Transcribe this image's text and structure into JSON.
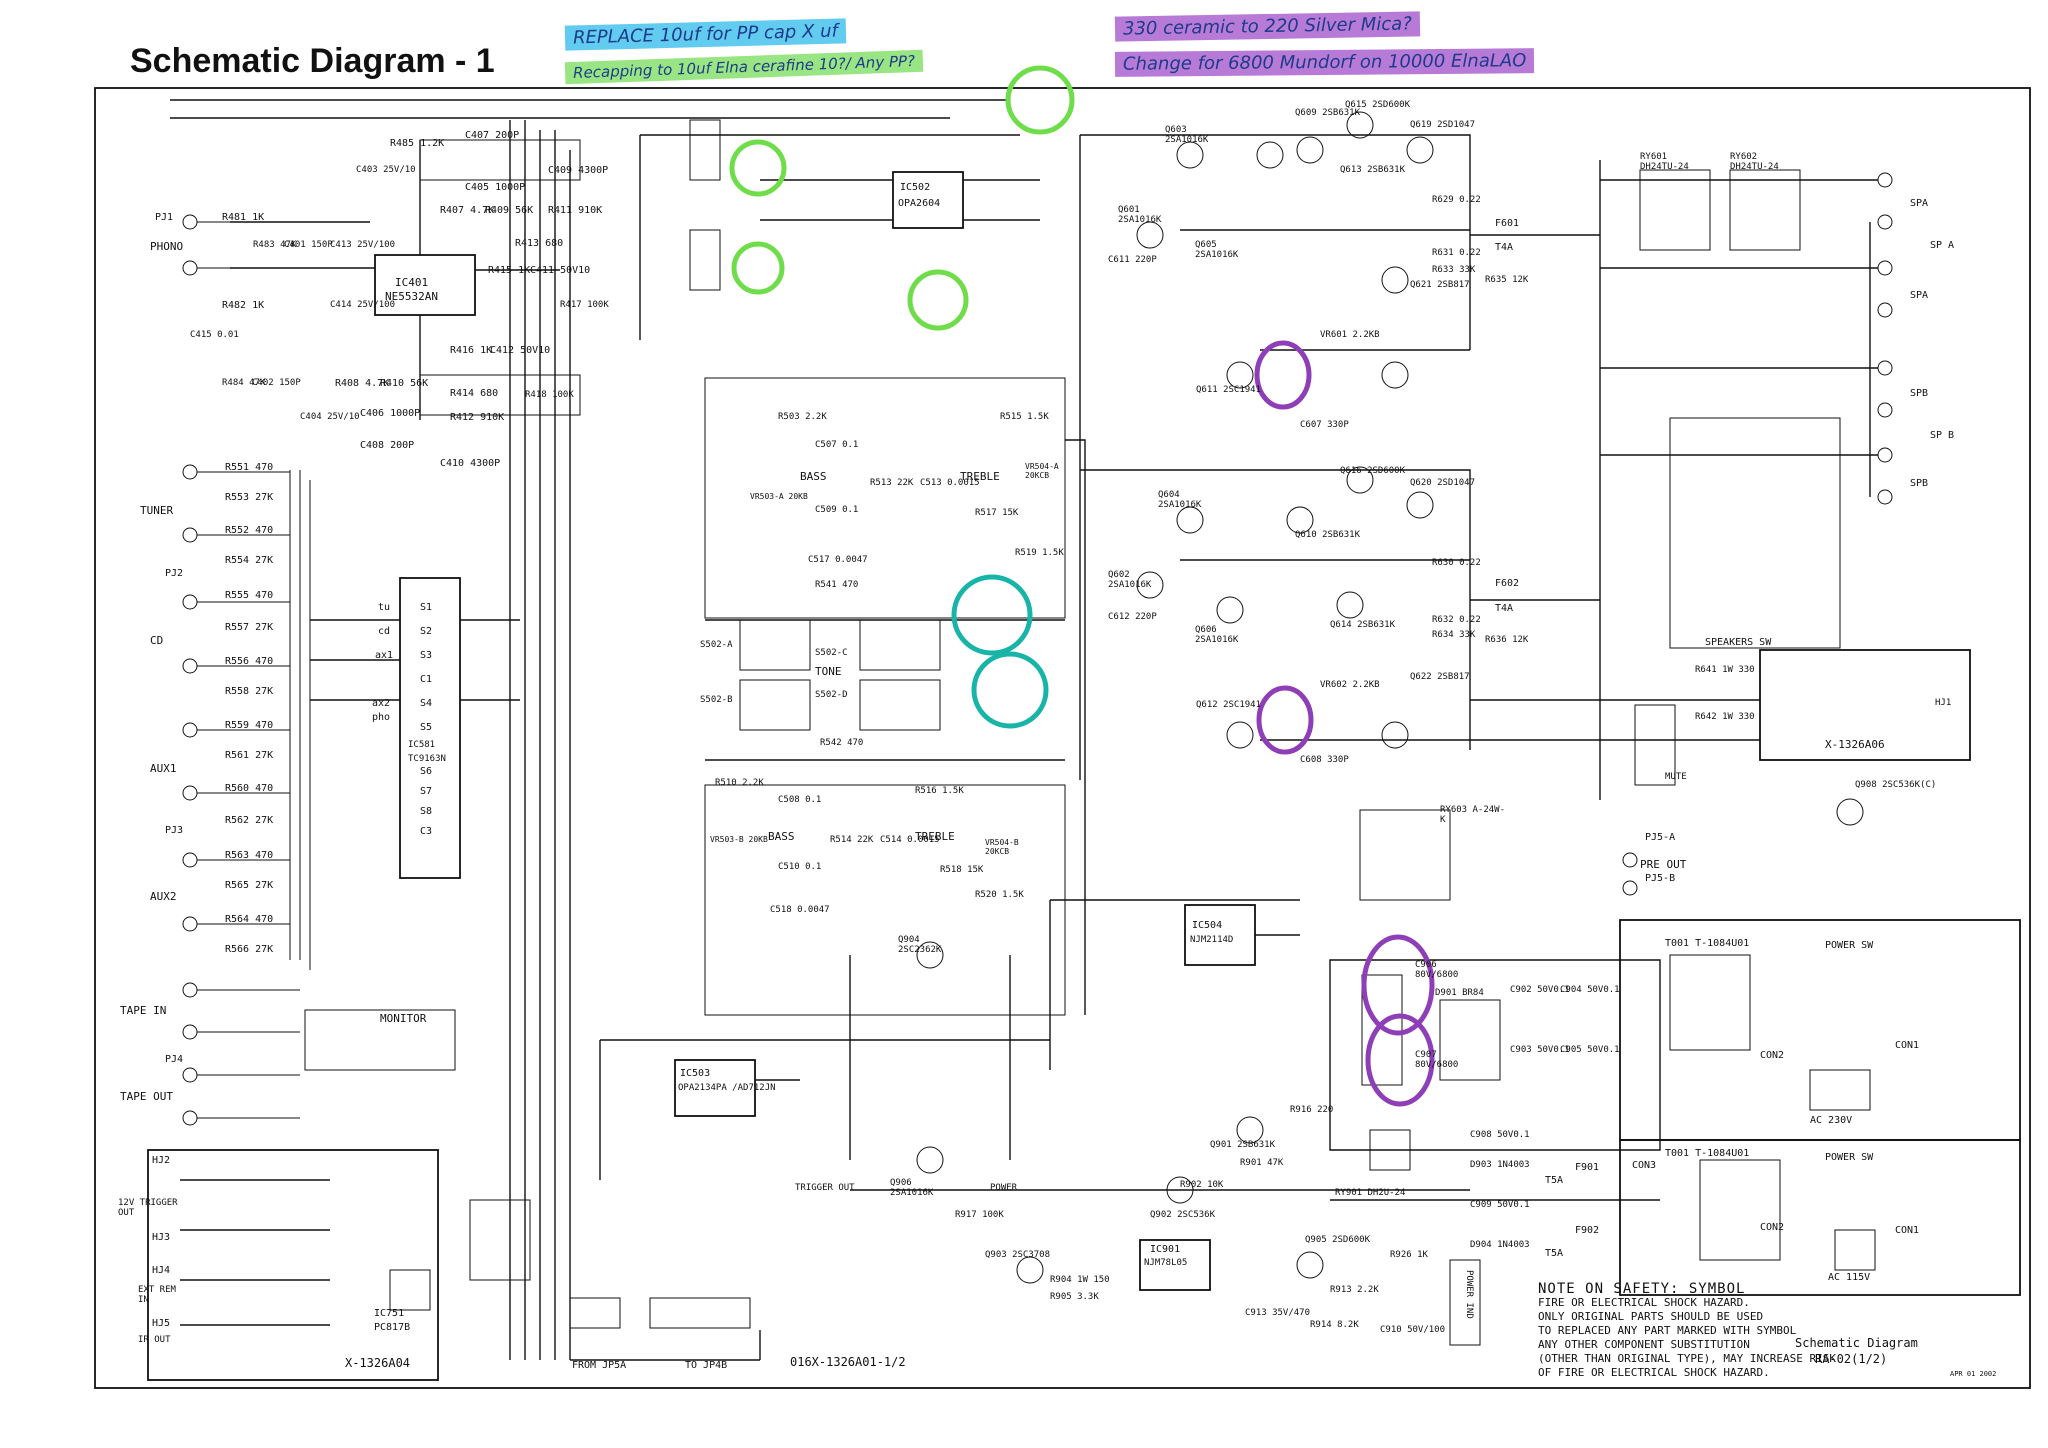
{
  "title": "Schematic Diagram - 1",
  "notes": [
    {
      "text": "REPLACE 10uf for PP cap X uf",
      "color": "#2db9eb"
    },
    {
      "text": "Recapping to 10uf Elna cerafine 10?/ Any PP?",
      "color": "#78dc5a"
    },
    {
      "text": "330 ceramic to 220 Silver Mica?",
      "color": "#a55acd"
    },
    {
      "text": "Change for 6800 Mundorf on 10000 ElnaLAO",
      "color": "#a55acd"
    }
  ],
  "ics": [
    {
      "ref": "IC401",
      "part": "NE5532AN"
    },
    {
      "ref": "IC502",
      "part": "OPA2604"
    },
    {
      "ref": "IC503",
      "part": "OPA2134PA /AD712JN"
    },
    {
      "ref": "IC504",
      "part": "NJM2114D"
    },
    {
      "ref": "IC901",
      "part": "NJM78L05"
    },
    {
      "ref": "IC751",
      "part": "PC817B"
    },
    {
      "ref": "IC581",
      "part": "TC9163N"
    }
  ],
  "connectors_left": [
    {
      "label": "PHONO"
    },
    {
      "label": "TUNER"
    },
    {
      "label": "CD"
    },
    {
      "label": "AUX1"
    },
    {
      "label": "AUX2"
    },
    {
      "label": "TAPE IN"
    },
    {
      "label": "TAPE OUT"
    }
  ],
  "jacks_left": [
    "PJ1",
    "PJ2",
    "PJ3",
    "PJ4"
  ],
  "trigger": {
    "hj2": "HJ2",
    "hj3": "HJ3",
    "hj4": "HJ4",
    "hj5": "HJ5",
    "trig_out": "12V TRIGGER OUT",
    "ext_rem": "EXT REM IN",
    "ir_out": "IR OUT"
  },
  "labels": {
    "monitor": "MONITOR",
    "bass": "BASS",
    "treble": "TREBLE",
    "tone": "TONE",
    "speakers_sw": "SPEAKERS SW",
    "pre_out": "PRE OUT",
    "pj5a": "PJ5-A",
    "pj5b": "PJ5-B",
    "mute": "MUTE",
    "power_ind": "POWER IND",
    "trigger_out": "TRIGGER OUT",
    "power": "POWER",
    "from_jp5a": "FROM JP5A",
    "to_jp4b": "TO JP4B",
    "board_code": "016X-1326A01-1/2",
    "x1326a04": "X-1326A04",
    "x1326a06": "X-1326A06",
    "power_sw": "POWER SW",
    "ac230": "AC 230V",
    "ac115": "AC 115V",
    "t001a": "T001 T-1084U01",
    "t001b": "T001 T-1084U01",
    "ry601": "RY601 DH24TU-24",
    "ry602": "RY602 DH24TU-24",
    "ry603": "RY603 A-24W-K",
    "ry901": "RY901 DH2U-24",
    "spa": "SPA",
    "spb": "SPB",
    "sp_a": "SP A",
    "sp_b": "SP B",
    "f601": "F601",
    "f602": "F602",
    "t4a": "T4A",
    "f901": "F901",
    "f902": "F902",
    "t5a": "T5A",
    "d901": "D901 BR84",
    "con1": "CON1",
    "con2": "CON2",
    "con3": "CON3",
    "hj1": "HJ1"
  },
  "left_resistors": [
    "R551 470",
    "R553 27K",
    "R552 470",
    "R554 27K",
    "R555 470",
    "R557 27K",
    "R556 470",
    "R558 27K",
    "R559 470",
    "R561 27K",
    "R560 470",
    "R562 27K",
    "R563 470",
    "R565 27K",
    "R564 470",
    "R566 27K"
  ],
  "phono_parts": [
    "R481 1K",
    "R483 47K",
    "C401 150P",
    "R482 1K",
    "C415 0.01",
    "R484 47K",
    "C402 150P",
    "R485 1.2K",
    "C407 200P",
    "C405 1000P",
    "C409 4300P",
    "R407 4.7K",
    "R409 56K",
    "R411 910K",
    "R413 680",
    "R415 1K",
    "C411 50V10",
    "R417 100K",
    "R416 1K",
    "C412 50V10",
    "R408 4.7K",
    "R410 56K",
    "R414 680",
    "R412 910K",
    "R418 100K",
    "C406 1000P",
    "C408 200P",
    "C410 4300P",
    "C403 25V/10",
    "C413 25V/100",
    "C414 25V/100",
    "C404 25V/10"
  ],
  "selector_pins": [
    {
      "l": "tu",
      "r": "S1"
    },
    {
      "l": "cd",
      "r": "S2"
    },
    {
      "l": "ax1",
      "r": "S3"
    },
    {
      "l": "",
      "r": "C1"
    },
    {
      "l": "ax2",
      "r": "S4"
    },
    {
      "l": "pho",
      "r": "S5"
    },
    {
      "l": "",
      "r": "S6"
    },
    {
      "l": "",
      "r": "S7"
    },
    {
      "l": "",
      "r": "S8"
    },
    {
      "l": "",
      "r": "C3"
    }
  ],
  "tone_parts": [
    "R503 2.2K",
    "C507 0.1",
    "R513 22K",
    "C513 0.0015",
    "R515 1.5K",
    "C509 0.1",
    "C517 0.0047",
    "R517 15K",
    "R519 1.5K",
    "R541 470",
    "R542 470",
    "R510 2.2K",
    "C508 0.1",
    "R516 1.5K",
    "R514 22K",
    "C514 0.0015",
    "C510 0.1",
    "C518 0.0047",
    "R518 15K",
    "R520 1.5K",
    "VR503-A 20KB",
    "VR504-A 20KCB",
    "VR503-B 20KB",
    "VR504-B 20KCB",
    "S502-A",
    "S502-B",
    "S502-C",
    "S502-D"
  ],
  "amp_parts": [
    "Q601 2SA1016K",
    "Q603 2SA1016K",
    "Q605 2SA1016K",
    "Q609 2SB631K",
    "Q611 2SC1941",
    "Q613 2SB631K",
    "Q615 2SD600K",
    "Q619 2SD1047",
    "Q621 2SB817",
    "Q602 2SA1016K",
    "Q604 2SA1016K",
    "Q606 2SA1016K",
    "Q610 2SB631K",
    "Q612 2SC1941",
    "Q614 2SB631K",
    "Q616 2SD600K",
    "Q620 2SD1047",
    "Q622 2SB817",
    "R629 0.22",
    "R631 0.22",
    "R633 33K",
    "R635 12K",
    "R630 0.22",
    "R632 0.22",
    "R634 33K",
    "R636 12K",
    "C607 330P",
    "C608 330P",
    "VR601 2.2KB",
    "VR602 2.2KB",
    "C611 220P",
    "C612 220P",
    "R641 1W 330",
    "R642 1W 330"
  ],
  "psu_parts": [
    "Q901 2SB631K",
    "Q902 2SC536K",
    "Q903 2SC3708",
    "Q905 2SD600K",
    "Q908 2SC536K(C)",
    "Q904 2SC2362K",
    "Q906 2SA1016K",
    "C906 80V/6800",
    "C907 80V/6800",
    "C902 50V0.1",
    "C903 50V0.1",
    "C904 50V0.1",
    "C905 50V0.1",
    "C908 50V0.1",
    "C909 50V0.1",
    "D903 1N4003",
    "D904 1N4003",
    "R916 220",
    "R901 47K",
    "R902 10K",
    "R904 1W 150",
    "R905 3.3K",
    "R926 1K",
    "R917 100K",
    "R913 2.2K",
    "R914 8.2K",
    "C913 35V/470",
    "C910 50V/100"
  ],
  "safety_note": [
    "NOTE ON SAFETY: SYMBOL",
    "FIRE OR ELECTRICAL SHOCK HAZARD.",
    "ONLY ORIGINAL PARTS SHOULD BE USED",
    "TO REPLACED ANY PART MARKED WITH SYMBOL",
    "ANY OTHER COMPONENT SUBSTITUTION",
    "(OTHER THAN ORIGINAL TYPE), MAY INCREASE RISK",
    "OF FIRE OR ELECTRICAL SHOCK HAZARD."
  ],
  "footer": {
    "title": "Schematic Diagram",
    "code": "RA-02(1/2)",
    "date": "APR 01 2002"
  },
  "highlight_colors": {
    "blue": "#2db9eb",
    "green": "#6fdc4a",
    "purple": "#8e3fb8",
    "teal": "#18b4a8"
  }
}
